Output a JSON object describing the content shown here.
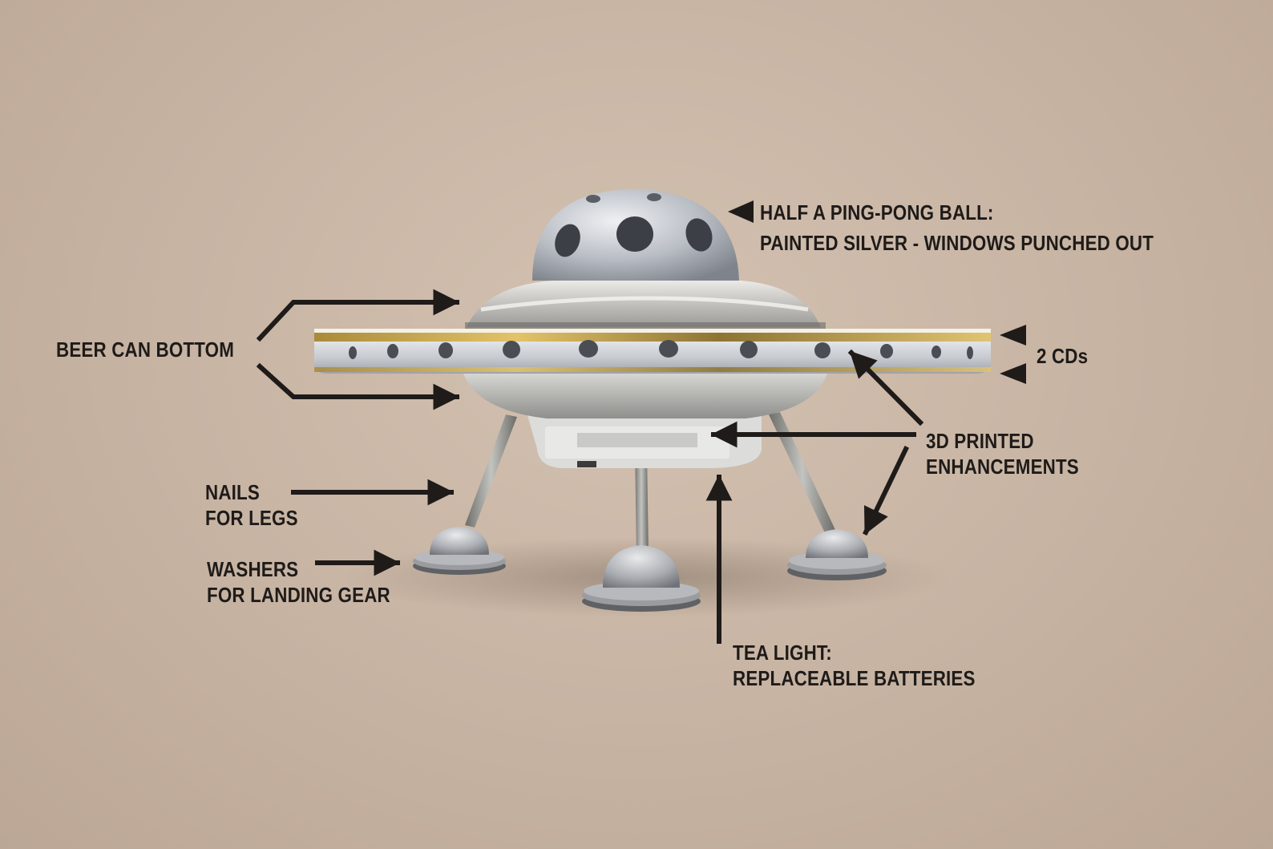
{
  "labels": {
    "ping_pong": {
      "line1": "HALF A PING-PONG BALL:",
      "line2": "PAINTED SILVER - WINDOWS PUNCHED OUT"
    },
    "beer_can": {
      "line1": "BEER CAN BOTTOM"
    },
    "cds": {
      "line1": "2 CDs"
    },
    "printed": {
      "line1": "3D PRINTED",
      "line2": "ENHANCEMENTS"
    },
    "nails": {
      "line1": "NAILS",
      "line2": "FOR LEGS"
    },
    "washers": {
      "line1": "WASHERS",
      "line2": "FOR LANDING GEAR"
    },
    "tea_light": {
      "line1": "TEA LIGHT:",
      "line2": "REPLACEABLE BATTERIES"
    }
  },
  "colors": {
    "background": "#c9b5a4",
    "text": "#1e1b19",
    "arrow": "#1e1b19",
    "silver": "#c8cbd0",
    "gold": "#c9a23c"
  }
}
